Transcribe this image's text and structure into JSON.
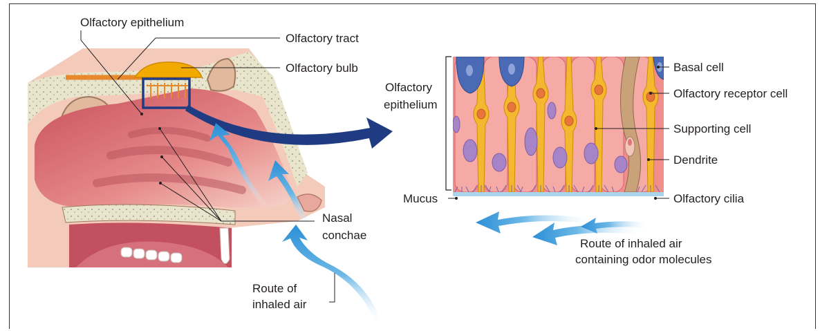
{
  "left_labels": {
    "olfactory_epithelium": "Olfactory epithelium",
    "olfactory_tract": "Olfactory tract",
    "olfactory_bulb": "Olfactory bulb",
    "nasal_conchae": [
      "Nasal",
      "conchae"
    ],
    "route_inhaled_air": [
      "Route of",
      "inhaled air"
    ]
  },
  "right_labels": {
    "olfactory_epithelium": [
      "Olfactory",
      "epithelium"
    ],
    "mucus": "Mucus",
    "basal_cell": "Basal cell",
    "olfactory_receptor_cell": "Olfactory receptor cell",
    "supporting_cell": "Supporting cell",
    "dendrite": "Dendrite",
    "olfactory_cilia": "Olfactory cilia",
    "route_inhaled_air_odor": [
      "Route of inhaled air",
      "containing odor molecules"
    ]
  },
  "colors": {
    "mucosa": "#d9646e",
    "mucosa_light": "#f2b8b4",
    "skin": "#f5cfc0",
    "bone": "#e8e2c8",
    "bulb": "#f2a900",
    "tract": "#e8892b",
    "arrow_dark": "#1f3b82",
    "arrow_light": "#3fa0dc",
    "receptor": "#f4b830",
    "basal": "#4a6ab5",
    "mucus": "#a9d4ea",
    "supporting": "#f3a6a3",
    "nucleus_purple": "#a783c8"
  }
}
